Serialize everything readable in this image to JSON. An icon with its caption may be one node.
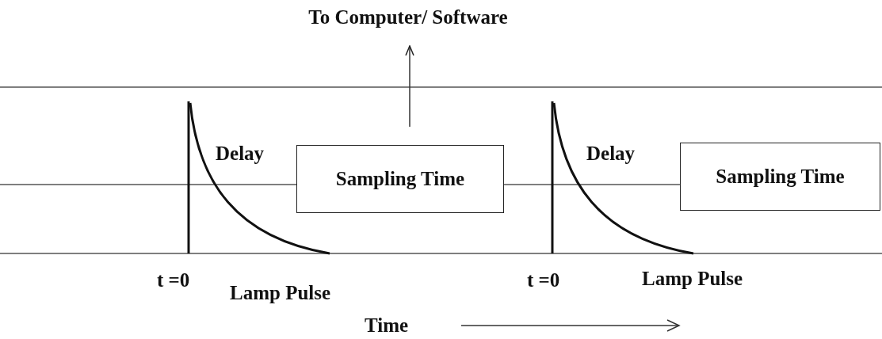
{
  "diagram": {
    "nodes": [
      {
        "text": [
          "To Computer/ Software"
        ]
      },
      {
        "text": [
          "Sampling Time"
        ]
      },
      {
        "text": [
          "Sampling Time"
        ]
      }
    ],
    "edges": [
      {
        "from": 1,
        "to": 0,
        "arrow": "to"
      }
    ],
    "labels": [
      "Delay",
      "Delay",
      "t =0",
      "Lamp Pulse",
      "t =0",
      "Lamp Pulse",
      "Time"
    ]
  }
}
